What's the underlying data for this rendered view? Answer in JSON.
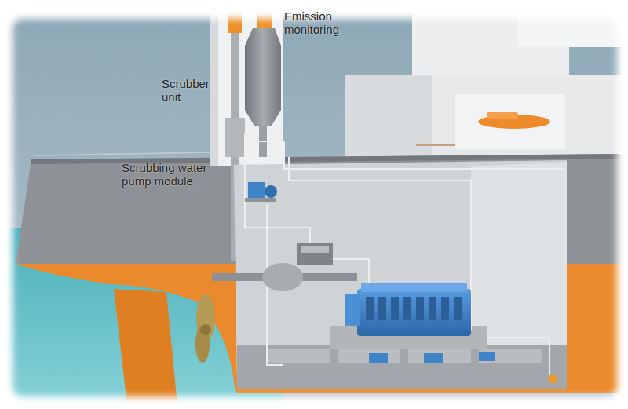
{
  "diagram": {
    "labels": [
      "Emission monitoring",
      "Scrubber unit",
      "Scrubbing water pump module"
    ]
  }
}
